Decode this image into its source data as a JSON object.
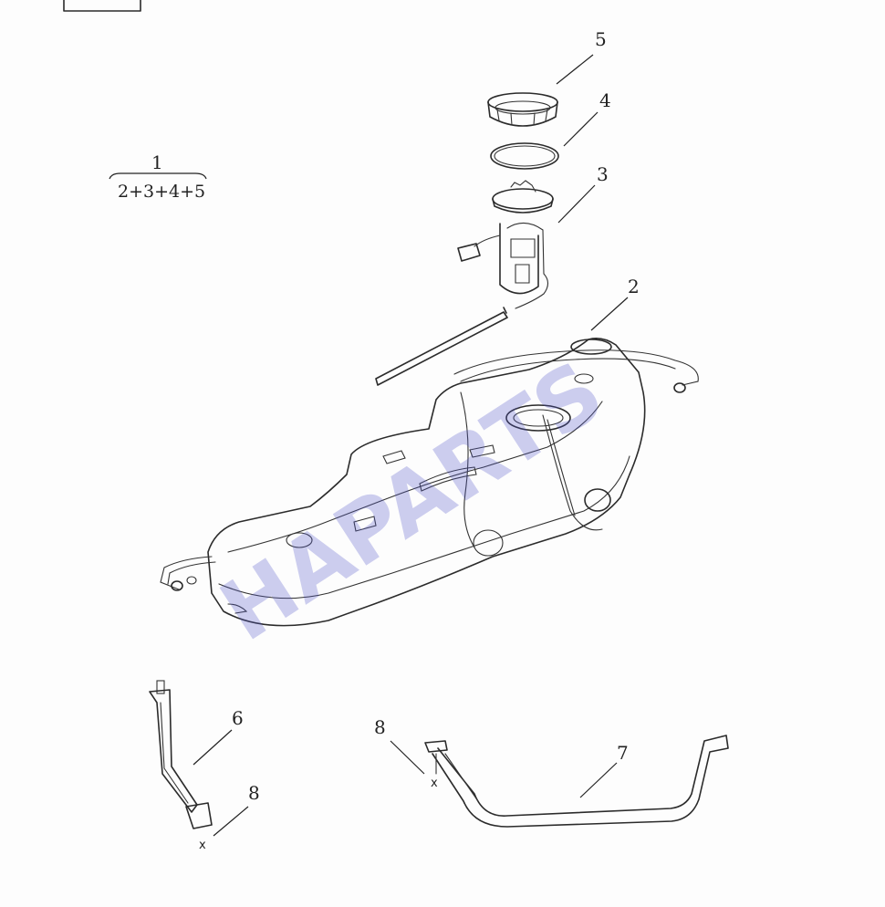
{
  "callouts": {
    "c1": "1",
    "c2": "2",
    "c3": "3",
    "c4": "4",
    "c5": "5",
    "c6": "6",
    "c7": "7",
    "c8a": "8",
    "c8b": "8"
  },
  "assembly_formula": "2+3+4+5",
  "watermark": "HAPARTS",
  "colors": {
    "line": "#2b2b2b",
    "watermark": "#4f53c9",
    "background": "#fdfdfd"
  }
}
